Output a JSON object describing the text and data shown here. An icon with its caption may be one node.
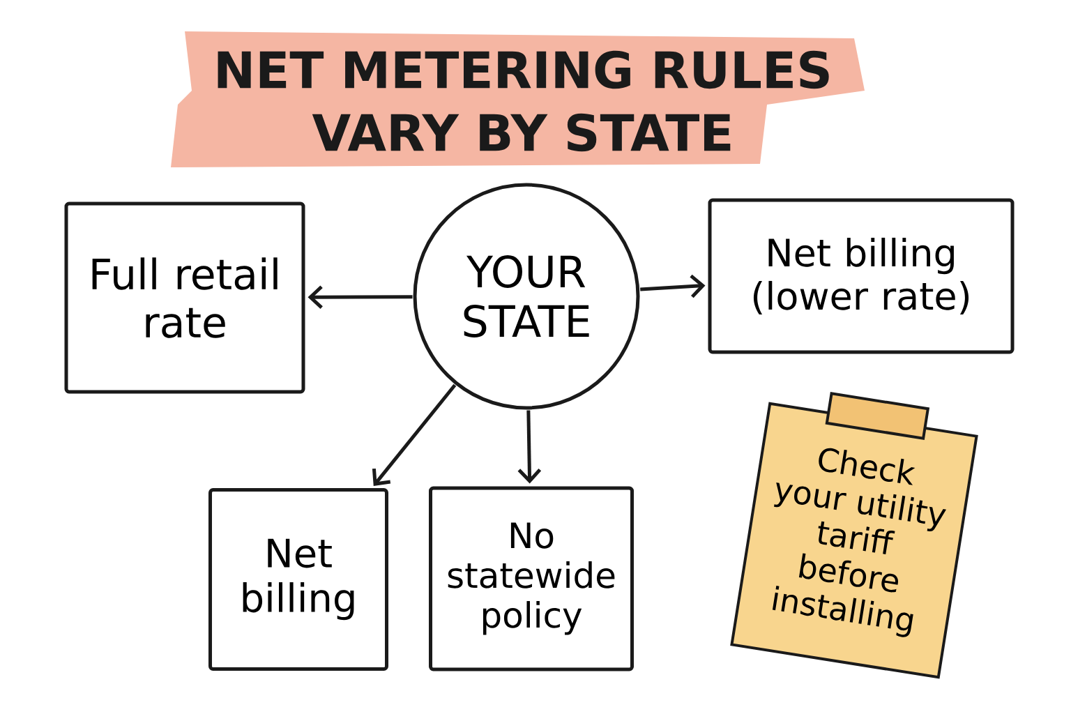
{
  "diagram": {
    "title": "NET METERING RULES VARY BY STATE",
    "nodes": [
      {
        "text": [
          "YOUR STATE"
        ]
      },
      {
        "text": [
          "Full retail rate"
        ]
      },
      {
        "text": [
          "Net billing (lower rate)"
        ]
      },
      {
        "text": [
          "Net billing"
        ]
      },
      {
        "text": [
          "No statewide policy"
        ]
      },
      {
        "text": [
          "Check your utility tariff before installing"
        ]
      }
    ],
    "edges": [
      {
        "from": 0,
        "to": 1,
        "arrow": "to"
      },
      {
        "from": 0,
        "to": 2,
        "arrow": "to"
      },
      {
        "from": 0,
        "to": 3,
        "arrow": "to"
      },
      {
        "from": 0,
        "to": 4,
        "arrow": "to"
      }
    ]
  }
}
